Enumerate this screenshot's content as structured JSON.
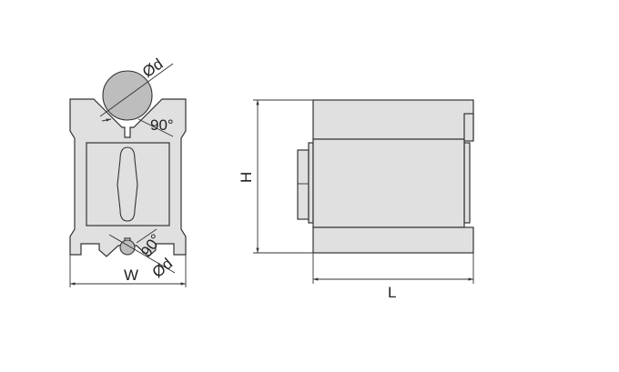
{
  "labels": {
    "diameter_top": "Ød",
    "angle_top": "90°",
    "angle_bottom": "90°",
    "diameter_bottom": "Ød",
    "width": "W",
    "height": "H",
    "length": "L"
  },
  "colors": {
    "body": "#e0e0e0",
    "cylinder": "#bdbdbd",
    "line": "#333333"
  }
}
